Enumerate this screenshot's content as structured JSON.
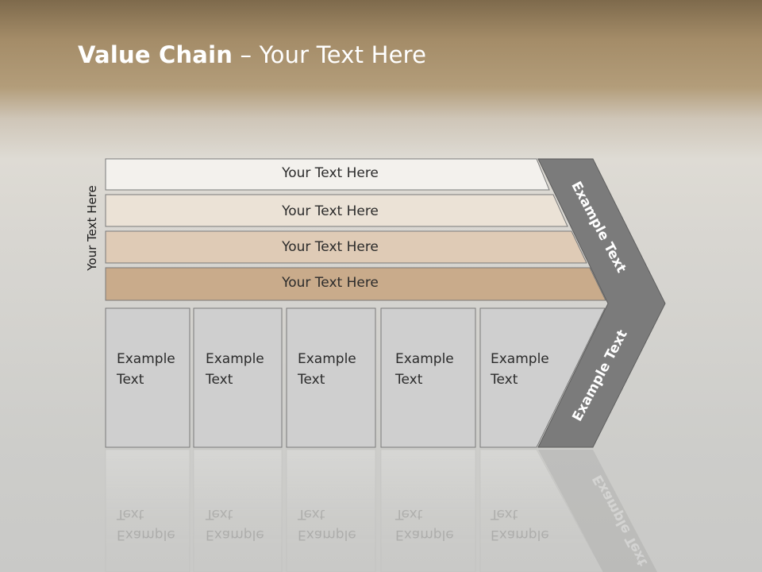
{
  "title": {
    "bold": "Value Chain",
    "rest": " – Your Text Here"
  },
  "side_label": "Your Text Here",
  "bars": [
    {
      "label": "Your Text Here",
      "fill": "#f3f1ed"
    },
    {
      "label": "Your Text Here",
      "fill": "#ebe2d6"
    },
    {
      "label": "Your Text Here",
      "fill": "#dfcbb6"
    },
    {
      "label": "Your Text Here",
      "fill": "#c9ab8b"
    }
  ],
  "cells": [
    {
      "label": "Example\nText"
    },
    {
      "label": "Example\nText"
    },
    {
      "label": "Example\nText"
    },
    {
      "label": "Example\nText"
    },
    {
      "label": "Example\nText"
    }
  ],
  "chevron": {
    "upper": "Example Text",
    "lower": "Example Text",
    "fill": "#7b7b7b"
  },
  "colors": {
    "cell_fill": "#cfcfcf",
    "outline": "#7a7a7a",
    "title": "#ffffff"
  }
}
